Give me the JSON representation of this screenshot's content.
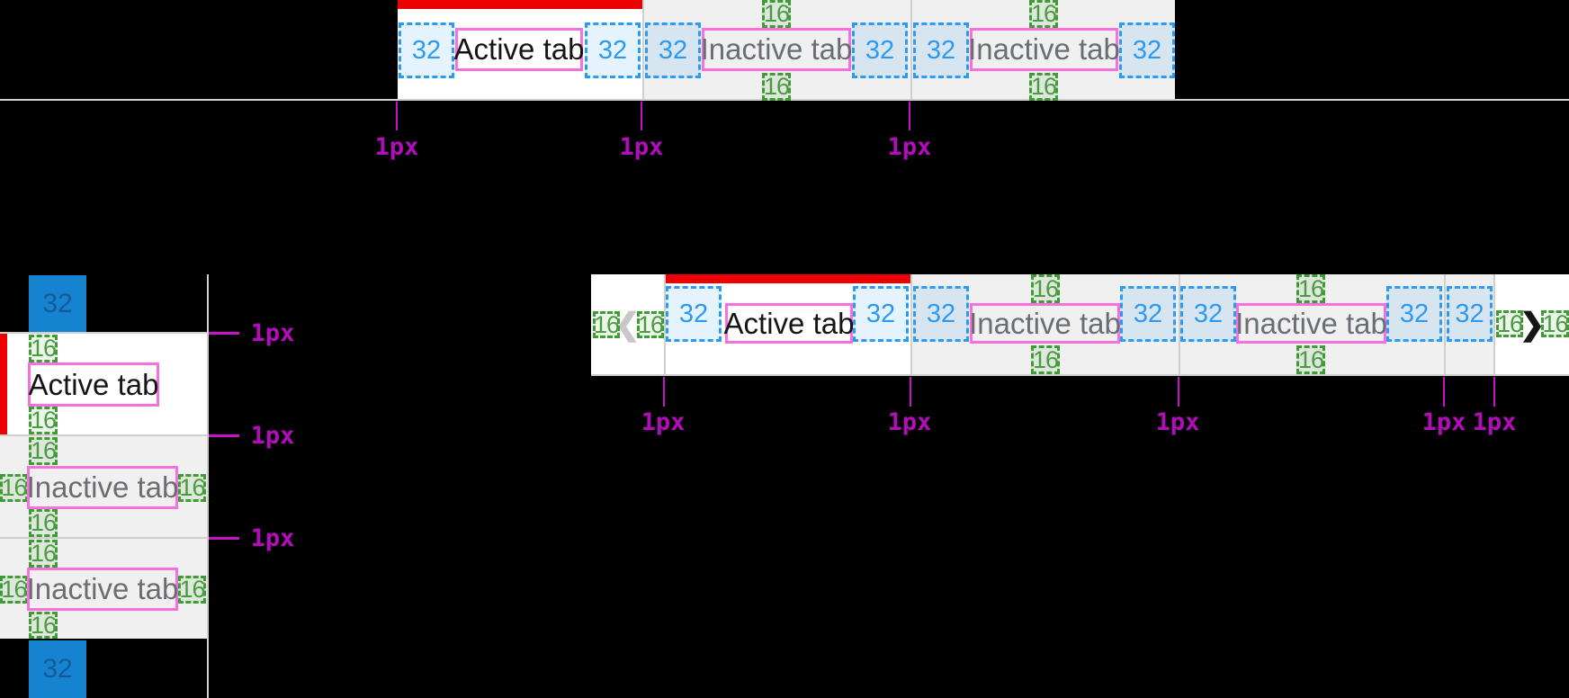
{
  "colors": {
    "background": "#000000",
    "active_tab_bg": "#ffffff",
    "inactive_tab_bg": "#f0f0f0",
    "divider_gray": "#cfcfcf",
    "accent_red": "#ee0000",
    "active_text": "#151515",
    "inactive_text": "#6a6e73",
    "measure_blue": "#2b9af3",
    "measure_green": "#3f9c35",
    "text_bounds_pink": "#fa6fe0",
    "measure_magenta": "#b30dbb",
    "spacer_blue": "#1583cf",
    "scroll_disabled": "#c8c8c8",
    "scroll_enabled": "#151515"
  },
  "measurements": {
    "horizontal_padding": "32",
    "vertical_padding": "16",
    "spacer_32": "32",
    "border_1px": "1px"
  },
  "tab_labels": {
    "active": "Active tab",
    "inactive": "Inactive tab"
  },
  "icons": {
    "scroll_left": "❮",
    "scroll_right": "❯"
  }
}
